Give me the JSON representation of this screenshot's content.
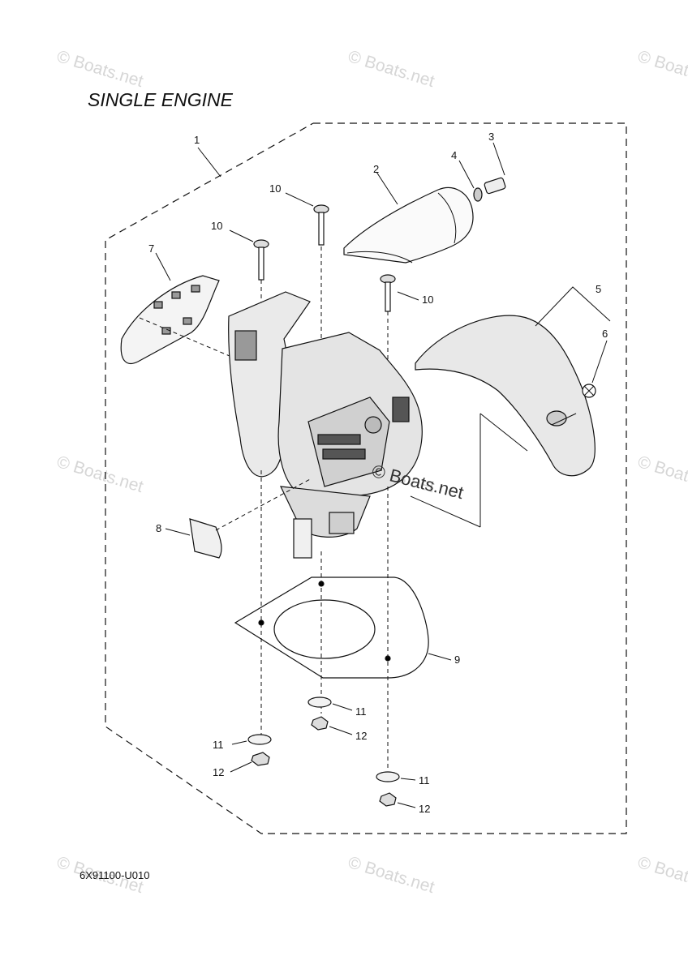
{
  "title": "SINGLE ENGINE",
  "part_code": "6X91100-U010",
  "watermarks": [
    "© Boats.net",
    "© Boats.net",
    "© Boats.net",
    "© Boats.net",
    "© Boats.net",
    "© Boats.net",
    "© Boats.net",
    "© Boats.net",
    "© Boats.net"
  ],
  "inline_watermark": "© Boats.net",
  "callouts": [
    "1",
    "2",
    "3",
    "4",
    "5",
    "6",
    "7",
    "8",
    "9",
    "10",
    "10",
    "10",
    "11",
    "11",
    "11",
    "12",
    "12",
    "12"
  ]
}
